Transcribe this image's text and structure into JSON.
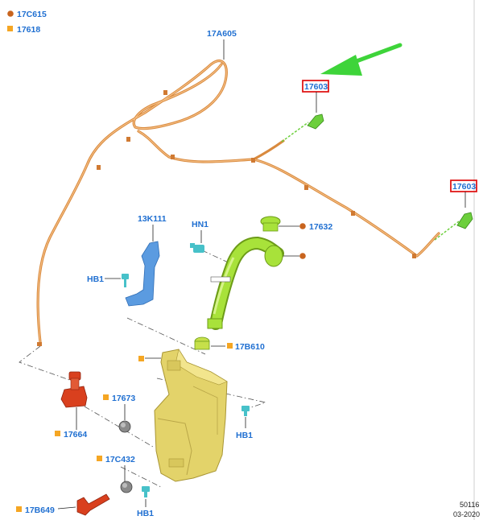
{
  "legend": [
    {
      "marker": "circle",
      "color": "#c8641e",
      "label": "17C615"
    },
    {
      "marker": "square",
      "color": "#f5a623",
      "label": "17618"
    }
  ],
  "callouts": {
    "hose_top": "17A605",
    "nozzle_left": "17603",
    "nozzle_right": "17603",
    "bracket": "13K111",
    "bolt_hn1": "HN1",
    "bolt_hb1_upper": "HB1",
    "cap": "17632",
    "filler_seal": "17B610",
    "sensor_17673": "17673",
    "pump": "17664",
    "bolt_hb1_right": "HB1",
    "grommet_17c432": "17C432",
    "sensor_17b649": "17B649",
    "bolt_hb1_lower": "HB1"
  },
  "footer": {
    "ref": "50116",
    "date": "03-2020"
  },
  "colors": {
    "label": "#1f6fd1",
    "hose": "#d98a3e",
    "nozzle": "#6ccf3c",
    "bracket": "#5b9be0",
    "bolt": "#47c1c9",
    "neck": "#a8e23a",
    "reservoir": "#e3d36a",
    "pump": "#d9401e",
    "arrow": "#3ed43a",
    "highlight": "#e01818"
  }
}
